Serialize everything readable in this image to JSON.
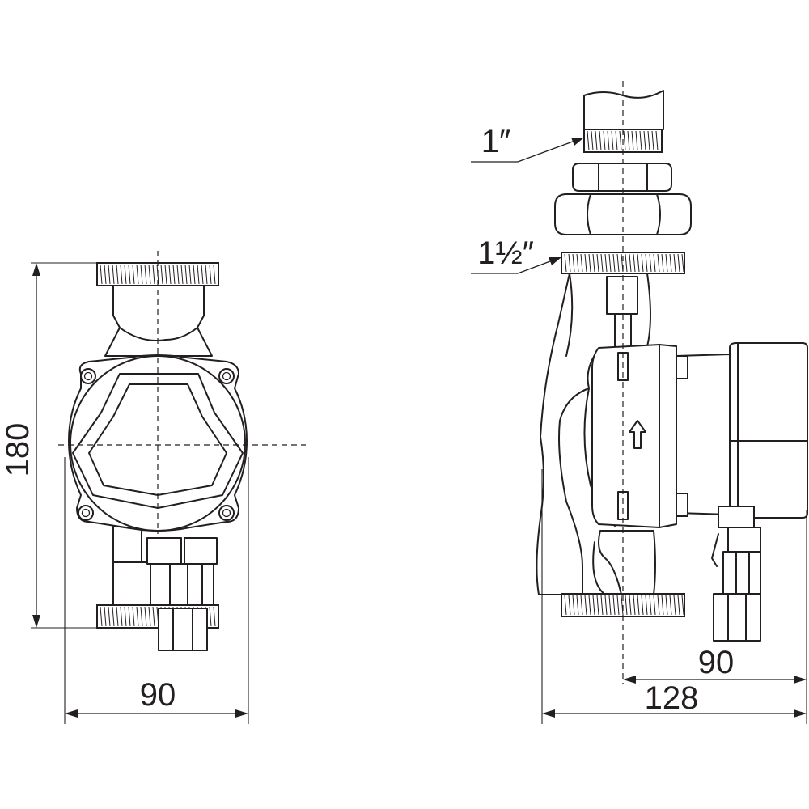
{
  "dimensions": {
    "left_height": "180",
    "left_width": "90",
    "right_axis_to_box": "90",
    "right_total_width": "128"
  },
  "connections": {
    "top_thread": "1″",
    "pump_thread": "1½″"
  }
}
